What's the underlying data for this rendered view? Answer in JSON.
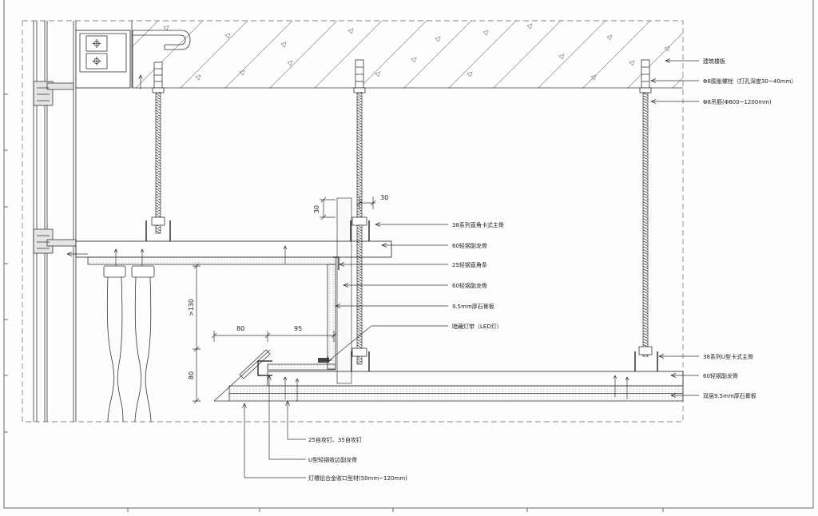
{
  "drawing": {
    "labels": {
      "slab": "建筑楼板",
      "anchor_bolt": "Φ8膨胀螺栓（打孔深度30~40mm）",
      "hanger_rod": "Φ8吊筋(Φ800~1200mm)",
      "main_keel_right_angle": "38系列直角卡式主骨",
      "secondary_keel_1": "60轻钢副龙骨",
      "angle_strip": "25轻钢直角条",
      "secondary_keel_2": "60轻钢副龙骨",
      "gypsum_board": "9.5mm厚石膏板",
      "led_strip": "暗藏灯带（LED灯）",
      "main_keel_u": "38系列U型卡式主骨",
      "secondary_keel_3": "60轻钢副龙骨",
      "double_gypsum": "双层9.5mm厚石膏板",
      "screws": "25自攻钉、35自攻钉",
      "edge_keel": "U型轻钢收边副龙骨",
      "aluminum_profile": "灯槽铝合金收口型材(50mm~120mm)"
    },
    "dimensions": {
      "top_offset": "30",
      "top_height": "30",
      "trough_depth": ">130",
      "trough_width_1": "80",
      "trough_width_2": "95",
      "cover_height": "80"
    }
  }
}
